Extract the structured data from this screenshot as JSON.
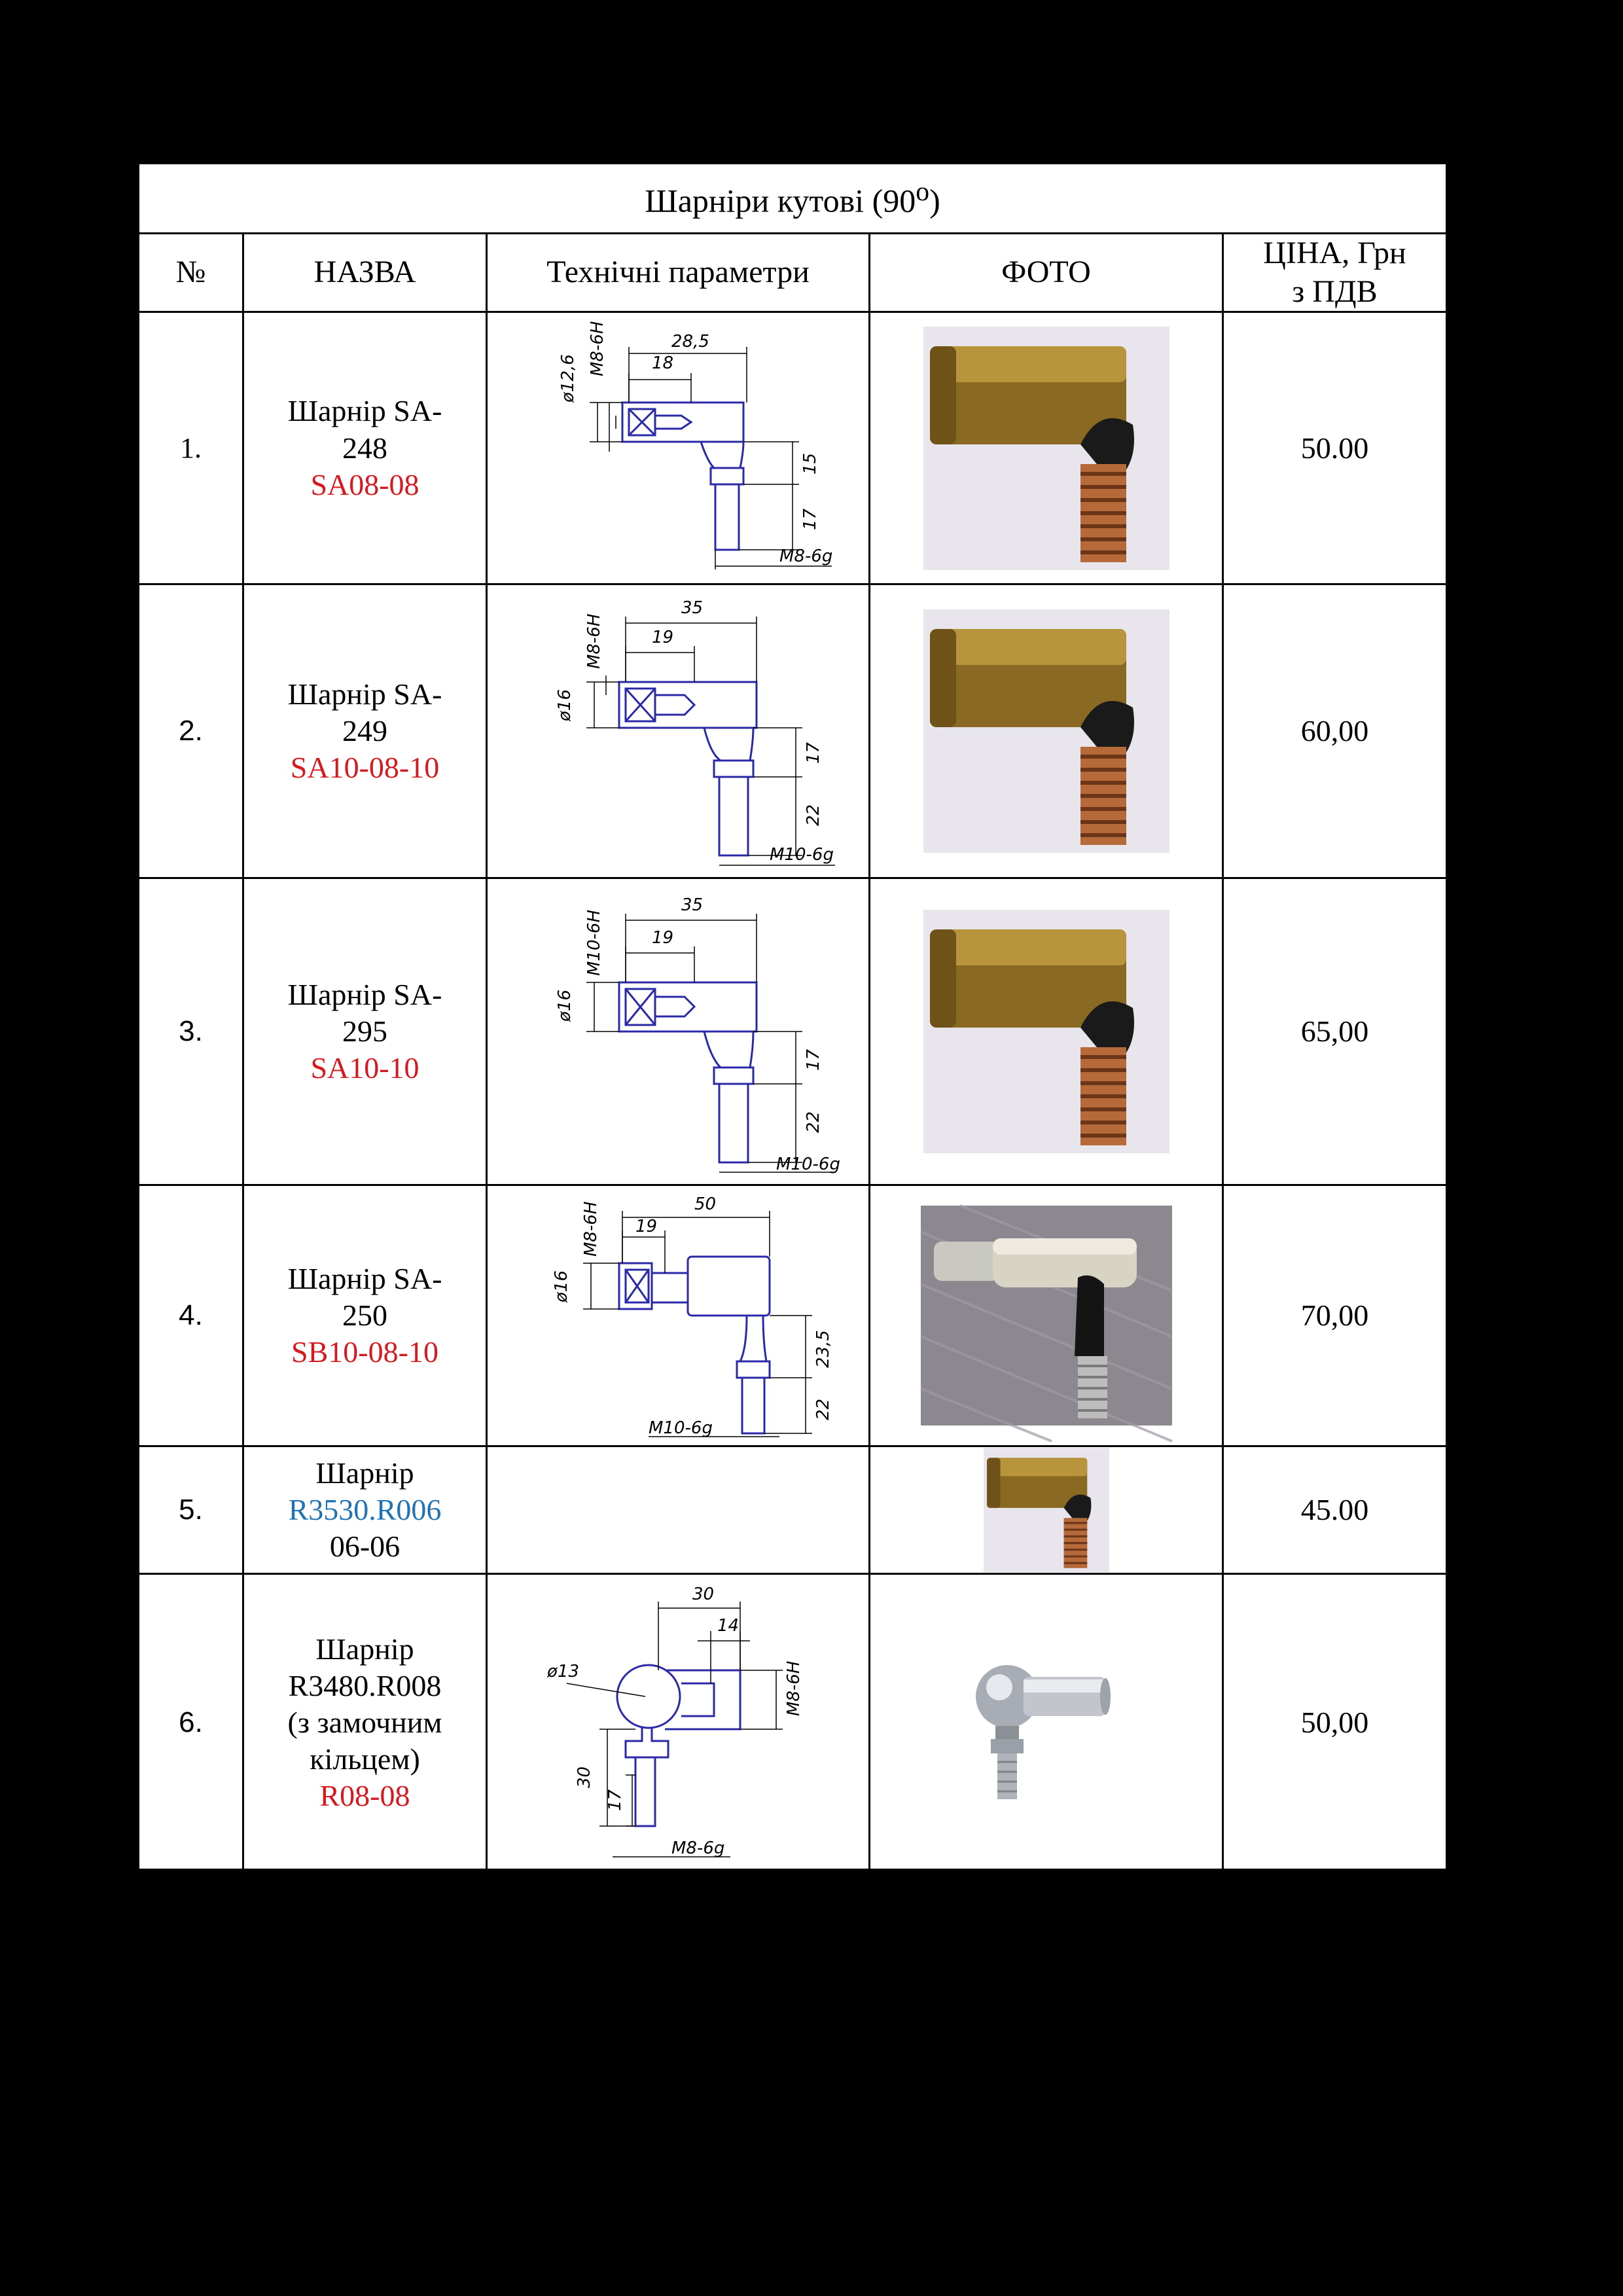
{
  "title": "Шарніри кутові (90",
  "title_sup": "о",
  "title_close": ")",
  "headers": {
    "num": "№",
    "name": "НАЗВА",
    "params": "Технічні параметри",
    "photo": "ФОТО",
    "price_line1": "ЦІНА, Грн",
    "price_line2": "з ПДВ"
  },
  "rows": [
    {
      "num": "1.",
      "name_line1": "Шарнір SA-",
      "name_line2": "248",
      "code": "SA08-08",
      "price": "50.00",
      "dims": [
        "28,5",
        "18",
        "ø12,6",
        "M8-6H",
        "15",
        "17",
        "M8-6g"
      ],
      "photo": "brass-ball-joint-photo"
    },
    {
      "num": "2.",
      "name_line1": "Шарнір SA-",
      "name_line2": "249",
      "code": "SA10-08-10",
      "price": "60,00",
      "dims": [
        "35",
        "19",
        "ø16",
        "M8-6H",
        "17",
        "22",
        "M10-6g"
      ],
      "photo": "brass-ball-joint-photo"
    },
    {
      "num": "3.",
      "name_line1": "Шарнір SA-",
      "name_line2": "295",
      "code": "SA10-10",
      "price": "65,00",
      "dims": [
        "35",
        "19",
        "ø16",
        "M10-6H",
        "17",
        "22",
        "M10-6g"
      ],
      "photo": "brass-ball-joint-photo"
    },
    {
      "num": "4.",
      "name_line1": "Шарнір SA-",
      "name_line2": "250",
      "code": "SB10-08-10",
      "price": "70,00",
      "dims": [
        "50",
        "19",
        "ø16",
        "M8-6H",
        "23,5",
        "22",
        "M10-6g"
      ],
      "photo": "steel-ball-joint-photo"
    },
    {
      "num": "5.",
      "name_line1": "Шарнір",
      "code_blue": "R3530.R006",
      "name_line3": "06-06",
      "price": "45.00",
      "photo": "brass-ball-joint-photo"
    },
    {
      "num": "6.",
      "name_line1": "Шарнір",
      "name_line2": "R3480.R008",
      "name_line3": "(з замочним",
      "name_line4": "кільцем)",
      "code": "R08-08",
      "price": "50,00",
      "dims": [
        "30",
        "14",
        "ø13",
        "M8-6H",
        "30",
        "17",
        "M8-6g"
      ],
      "photo": "chrome-ball-joint-photo"
    }
  ],
  "colors": {
    "code_red": "#d6191f",
    "code_blue": "#1f73b4",
    "drawing_blue": "#2a2aa8"
  }
}
